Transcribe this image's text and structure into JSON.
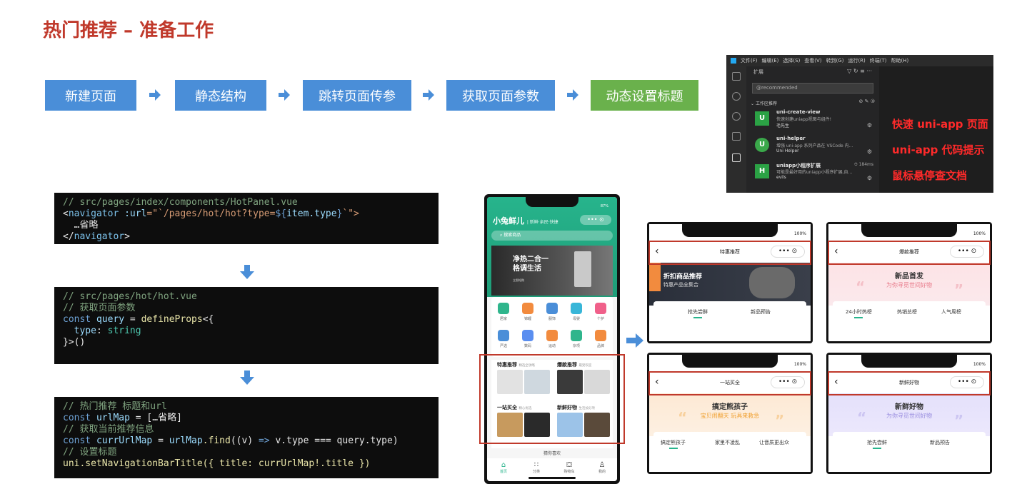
{
  "title": "热门推荐 – 准备工作",
  "steps": [
    {
      "label": "新建页面"
    },
    {
      "label": "静态结构"
    },
    {
      "label": "跳转页面传参"
    },
    {
      "label": "获取页面参数"
    },
    {
      "label": "动态设置标题"
    }
  ],
  "vscode": {
    "menu": [
      "文件(F)",
      "编辑(E)",
      "选择(S)",
      "查看(V)",
      "转到(G)",
      "运行(R)",
      "终端(T)",
      "帮助(H)"
    ],
    "panel_title": "扩展",
    "search_value": "@recommended",
    "group_label": "工作区推荐",
    "extensions": [
      {
        "icon": "U",
        "name": "uni-create-view",
        "desc": "快速创建uniapp视图与组件!",
        "author": "毛先生",
        "meta": ""
      },
      {
        "icon": "U",
        "name": "uni-helper",
        "desc": "增强 uni-app 系列产品在 VSCode 内…",
        "author": "Uni Helper",
        "meta": ""
      },
      {
        "icon": "H",
        "name": "uniapp小程序扩展",
        "desc": "可能是最好用的uniapp小程序扩展,自…",
        "author": "evils",
        "meta": "184ms"
      }
    ],
    "notes": [
      "快速 uni-app 页面",
      "uni-app 代码提示",
      "鼠标悬停查文档"
    ]
  },
  "code1": {
    "comment": "// src/pages/index/components/HotPanel.vue",
    "tag": "navigator",
    "attr": ":url",
    "eq": "=\"`",
    "path": "/pages/hot/hot?type=",
    "tmpl_open": "${",
    "tmpl_var": "item.type",
    "tmpl_close": "}",
    "tail": "`\">",
    "body": "  …省略",
    "close_open": "</",
    "close_tag": "navigator",
    "close_end": ">"
  },
  "code2": {
    "comment1": "// src/pages/hot/hot.vue",
    "comment2": "// 获取页面参数",
    "kw": "const",
    "var": "query",
    "eq": " = ",
    "fn": "defineProps",
    "open": "<{",
    "prop": "  type",
    "colon": ": ",
    "type": "string",
    "close": "}>()"
  },
  "code3": {
    "comment1": "// 热门推荐 标题和url",
    "kw1": "const",
    "var1": "urlMap",
    "rest1": " = […省略]",
    "comment2": "// 获取当前推荐信息",
    "kw2": "const",
    "var2": "currUrlMap",
    "eq2": " = ",
    "obj2": "urlMap",
    "fn2": ".find",
    "args2": "((v) ",
    "arrow2": "=>",
    "rest2": " v.type === query.type)",
    "comment3": "// 设置标题",
    "line3": "uni.setNavigationBarTitle({ title: currUrlMap!.title })"
  },
  "phone": {
    "battery": "87%",
    "brand": "小兔鲜儿",
    "slogan": "新鲜·亲民·快捷",
    "search_placeholder": "搜索商品",
    "banner_line1": "净热二合一",
    "banner_line2": "格调生活",
    "banner_btn": "立即抢购",
    "categories": [
      "居家",
      "锦鲤",
      "服饰",
      "母婴",
      "个护",
      "严选",
      "数码",
      "运动",
      "杂项",
      "品牌"
    ],
    "hot": [
      {
        "title": "特惠推荐",
        "sub": "精选全攻略"
      },
      {
        "title": "爆款推荐",
        "sub": "最受欢迎"
      },
      {
        "title": "一站买全",
        "sub": "精心优选"
      },
      {
        "title": "新鲜好物",
        "sub": "生活加分项"
      }
    ],
    "guess": "猜你喜欢",
    "tabs": [
      "首页",
      "分类",
      "购物车",
      "我的"
    ]
  },
  "minis": [
    {
      "battery": "100%",
      "nav_title": "特惠推荐",
      "hero1": "折扣商品推荐",
      "hero2": "特惠产品全集合",
      "tabs": [
        "抢先尝鲜",
        "新品预告"
      ]
    },
    {
      "battery": "100%",
      "nav_title": "爆款推荐",
      "hero1": "新品首发",
      "hero2": "为你寻觅世间好物",
      "tabs": [
        "24小时热榜",
        "热销总榜",
        "人气周榜"
      ]
    },
    {
      "battery": "100%",
      "nav_title": "一站买全",
      "hero1": "搞定熊孩子",
      "hero2": "宝贝闹翻天 玩具来救急",
      "tabs": [
        "搞定熊孩子",
        "家里不凌乱",
        "让音质更出众"
      ]
    },
    {
      "battery": "100%",
      "nav_title": "新鲜好物",
      "hero1": "新鲜好物",
      "hero2": "为你寻觅世间好物",
      "tabs": [
        "抢先尝鲜",
        "新品预告"
      ]
    }
  ],
  "icons": {
    "step_arrow": "right-arrow-icon",
    "flow_arrow": "down-arrow-icon",
    "back": "‹",
    "capsule": "••• ⊙"
  },
  "colors": {
    "title": "#c0392b",
    "step_blue": "#4a8ed8",
    "step_green": "#6ab14c",
    "arrow": "#4a8ed8",
    "highlight_box": "#c0392b",
    "note_red": "#ff2a2a",
    "brand_green": "#27b48c"
  }
}
